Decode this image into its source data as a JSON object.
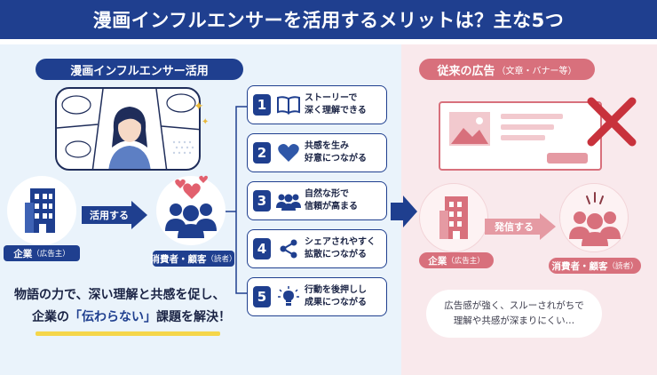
{
  "title": "漫画インフルエンサーを活用するメリットは？主な5つ",
  "left": {
    "heading": "漫画インフルエンサー活用",
    "company_label": "企業",
    "company_sub": "（広告主）",
    "arrow_label": "活用する",
    "consumer_label": "消費者・顧客",
    "consumer_sub": "（読者）",
    "summary_line1": "物語の力で、深い理解と共感を促し、",
    "summary_prefix": "企業の",
    "summary_highlight": "「伝わらない」",
    "summary_suffix": "課題を解決！"
  },
  "steps": [
    {
      "num": "1",
      "line1": "ストーリーで",
      "line2": "深く理解できる",
      "icon": "book-icon"
    },
    {
      "num": "2",
      "line1": "共感を生み",
      "line2": "好意につながる",
      "icon": "heart-icon"
    },
    {
      "num": "3",
      "line1": "自然な形で",
      "line2": "信頼が高まる",
      "icon": "group-icon"
    },
    {
      "num": "4",
      "line1": "シェアされやすく",
      "line2": "拡散につながる",
      "icon": "share-icon"
    },
    {
      "num": "5",
      "line1": "行動を後押しし",
      "line2": "成果につながる",
      "icon": "lightbulb-icon"
    }
  ],
  "right": {
    "heading": "従来の広告",
    "heading_sub": "（文章・バナー等）",
    "arrow_label": "発信する",
    "company_label": "企業",
    "company_sub": "（広告主）",
    "consumer_label": "消費者・顧客",
    "consumer_sub": "（読者）",
    "note_line1": "広告感が強く、スルーされがちで",
    "note_line2": "理解や共感が深まりにくい…"
  },
  "colors": {
    "navy": "#1f3f8f",
    "pink": "#d8707c",
    "left_bg": "#eaf3fb",
    "right_bg": "#f9e9ec",
    "highlight_yellow": "#f5d64a",
    "cross_red": "#c8323c"
  }
}
